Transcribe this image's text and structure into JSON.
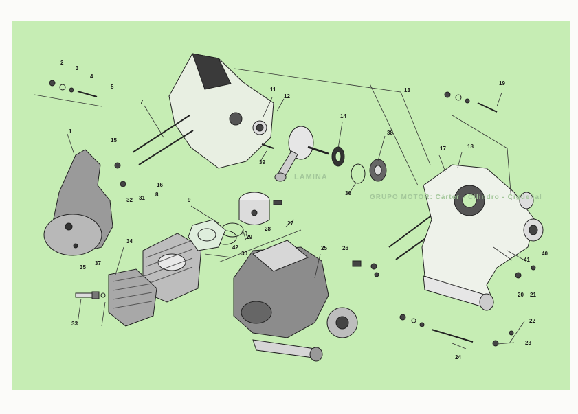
{
  "sheet": {
    "background_color": "#c6edb4",
    "faint_title": "LAMINA",
    "faint_subtitle": "GRUPO MOTOR: Cárter - Cilindro - Cigüeñal"
  },
  "callouts": [
    "1",
    "2",
    "3",
    "4",
    "5",
    "7",
    "8",
    "9",
    "10",
    "11",
    "12",
    "13",
    "14",
    "15",
    "16",
    "17",
    "18",
    "19",
    "20",
    "21",
    "22",
    "23",
    "24",
    "25",
    "26",
    "27",
    "28",
    "29",
    "30",
    "31",
    "32",
    "33",
    "34",
    "35",
    "36",
    "37",
    "38",
    "39",
    "40",
    "41",
    "42"
  ]
}
